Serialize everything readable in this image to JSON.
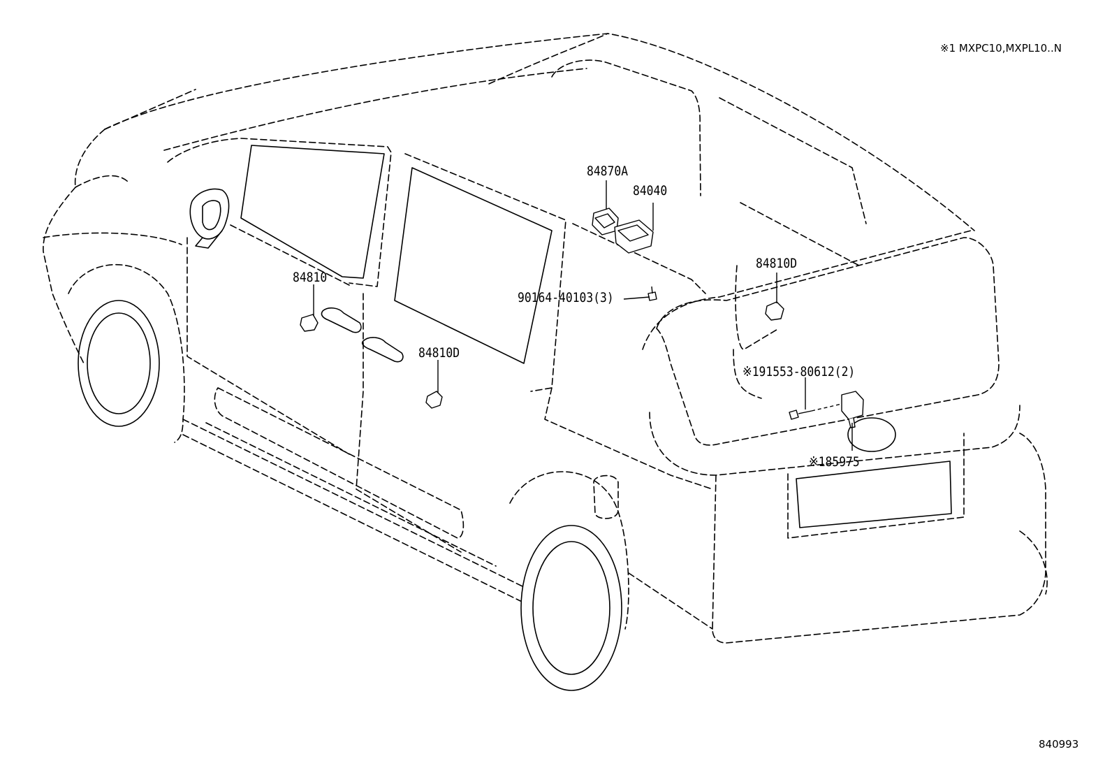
{
  "notes": {
    "applicability": "※1 MXPC10,MXPL10..N"
  },
  "callouts": {
    "p84870A": "84870A",
    "p84040": "84040",
    "p90164": "90164-40103(3)",
    "p84810": "84810",
    "p84810D_side": "84810D",
    "p84810D_rear": "84810D",
    "p91553": "※191553-80612(2)",
    "p85975": "※185975"
  },
  "illustration_code": "840993"
}
